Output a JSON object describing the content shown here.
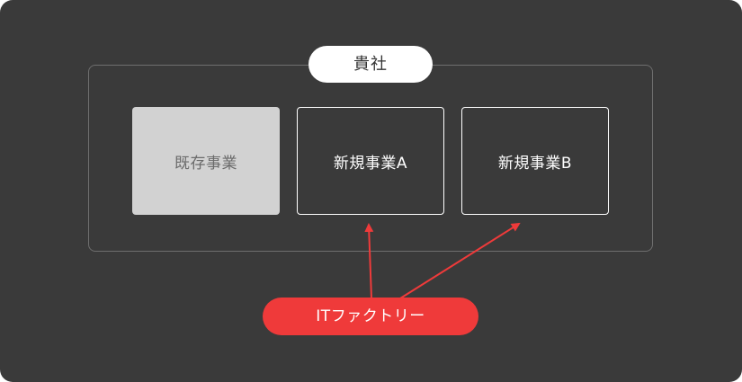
{
  "diagram": {
    "company_label": "貴社",
    "boxes": [
      {
        "label": "既存事業"
      },
      {
        "label": "新規事業A"
      },
      {
        "label": "新規事業B"
      }
    ],
    "it_factory_label": "ITファクトリー",
    "colors": {
      "background": "#3a3a3a",
      "frame": "#6e6e6e",
      "existing_fill": "#d2d2d2",
      "accent_red": "#ef3a3a",
      "white": "#ffffff"
    }
  }
}
